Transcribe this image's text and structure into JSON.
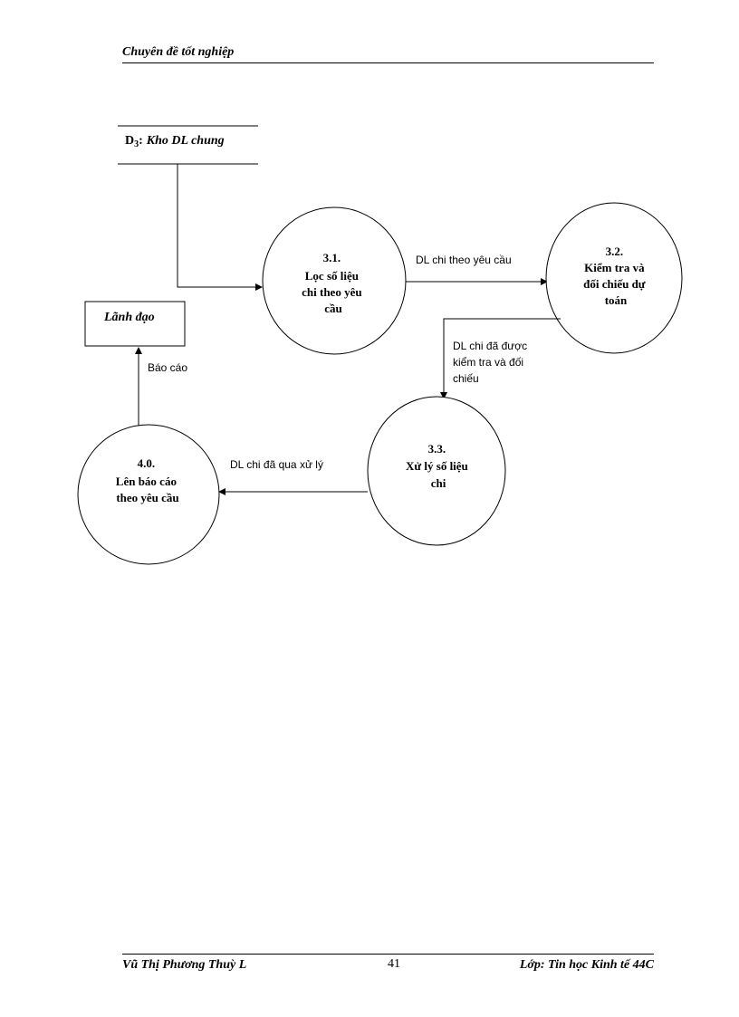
{
  "header": {
    "title": "Chuyên đề tốt nghiệp"
  },
  "footer": {
    "author": "Vũ Thị Phương Thuỳ L",
    "page_number": "41",
    "class_info": "Lớp: Tin học Kinh tế 44C"
  },
  "diagram": {
    "data_store": {
      "id": "D",
      "sub": "3",
      "sep": ":",
      "name": "Kho DL chung"
    },
    "entity": {
      "name": "Lãnh đạo"
    },
    "processes": {
      "p31": {
        "lines": [
          "3.1.",
          "Lọc số liệu",
          "chi theo yêu",
          "cầu"
        ]
      },
      "p32": {
        "lines": [
          "3.2.",
          "Kiểm tra và",
          "đối chiếu dự",
          "toán"
        ]
      },
      "p33": {
        "lines": [
          "3.3.",
          "Xử lý số liệu",
          "chi"
        ]
      },
      "p40": {
        "lines": [
          "4.0.",
          "Lên báo cáo",
          "theo yêu cầu"
        ]
      }
    },
    "flows": {
      "f_31_32": {
        "lines": [
          "DL chi theo yêu cầu"
        ]
      },
      "f_32_33": {
        "lines": [
          "DL chi đã được",
          "kiểm tra và đối",
          "chiếu"
        ]
      },
      "f_33_40": {
        "lines": [
          "DL chi đã qua xử lý"
        ]
      },
      "f_40_entity": {
        "lines": [
          "Báo cáo"
        ]
      }
    }
  }
}
